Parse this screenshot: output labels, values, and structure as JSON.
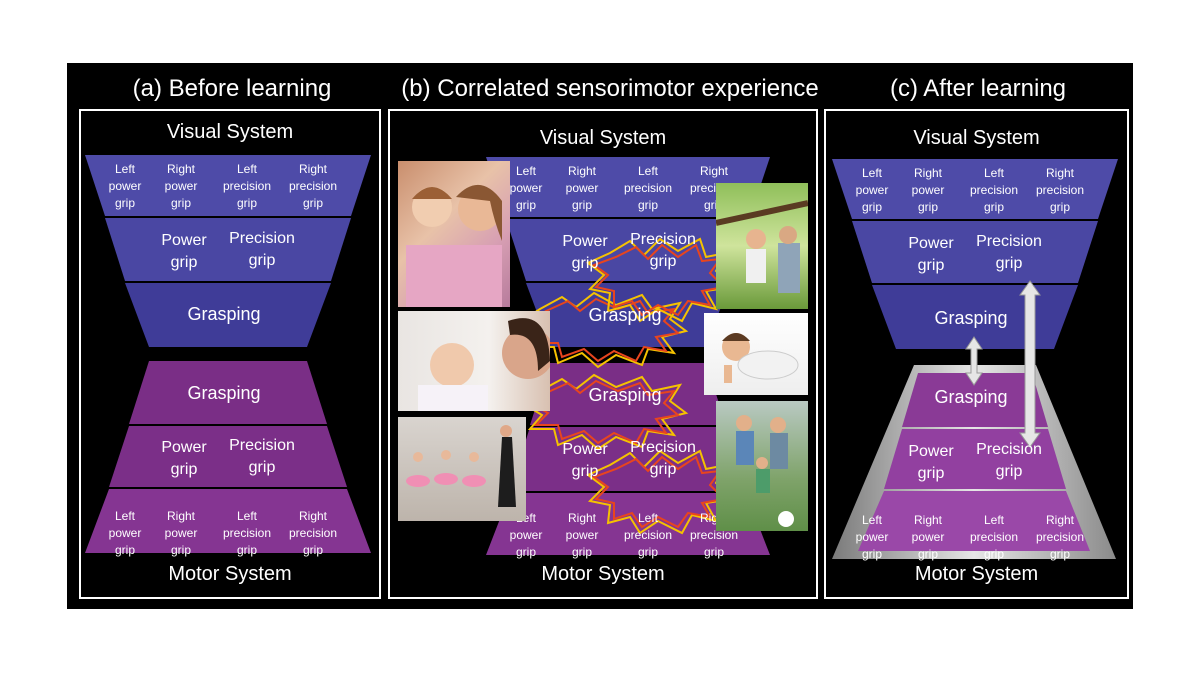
{
  "panels": {
    "a": {
      "title": "(a) Before learning",
      "visual": "Visual System",
      "motor": "Motor System"
    },
    "b": {
      "title": "(b) Correlated sensorimotor experience",
      "visual": "Visual System",
      "motor": "Motor System"
    },
    "c": {
      "title": "(c) After learning",
      "visual": "Visual System",
      "motor": "Motor System"
    }
  },
  "labels": {
    "left_power": [
      "Left",
      "power",
      "grip"
    ],
    "right_power": [
      "Right",
      "power",
      "grip"
    ],
    "left_precision": [
      "Left",
      "precision",
      "grip"
    ],
    "right_precision": [
      "Right",
      "precision",
      "grip"
    ],
    "power": [
      "Power",
      "grip"
    ],
    "precision": [
      "Precision",
      "grip"
    ],
    "grasping": "Grasping"
  },
  "colors": {
    "visual_blue": "#4e4ba8",
    "motor_purple": "#7a2e86",
    "spark_yellow": "#f5c200",
    "spark_red": "#e8451e"
  },
  "photos": [
    "toddler-and-child-icon",
    "climbing-tree-icon",
    "mother-and-baby-icon",
    "crawling-baby-icon",
    "ballet-class-icon",
    "family-soccer-icon"
  ]
}
